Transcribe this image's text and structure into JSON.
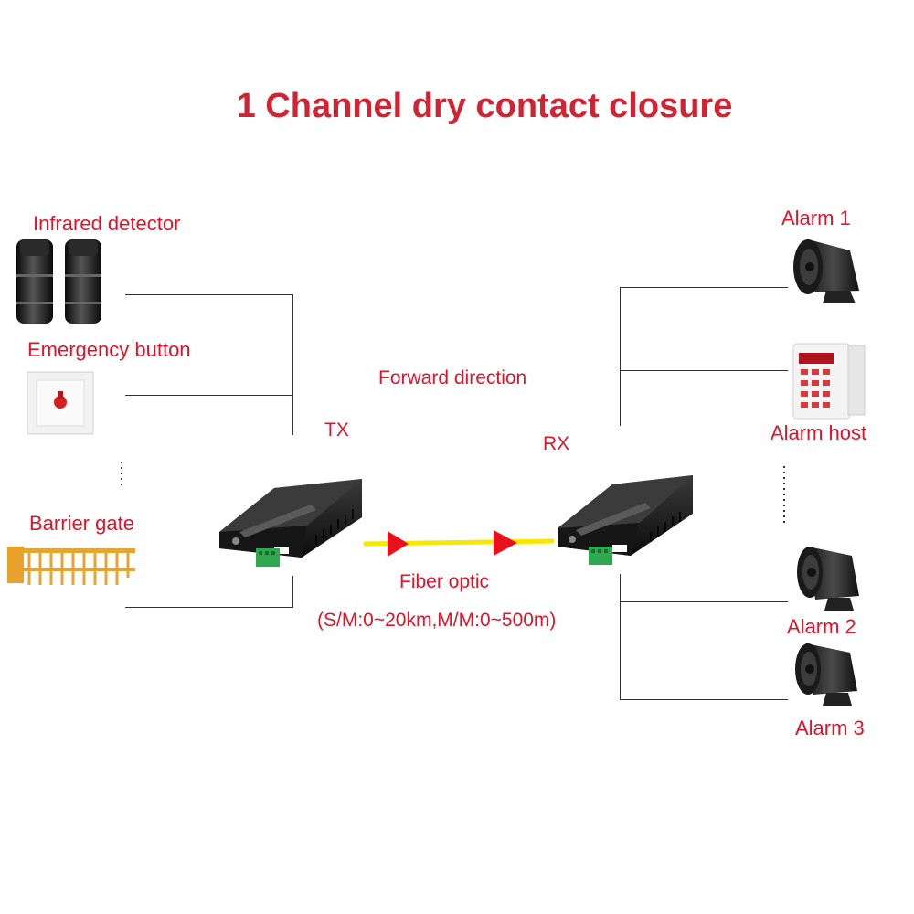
{
  "title": "1 Channel dry contact closure",
  "left_devices": {
    "infrared": "Infrared detector",
    "emergency": "Emergency button",
    "barrier": "Barrier gate"
  },
  "right_devices": {
    "alarm1": "Alarm 1",
    "alarm_host": "Alarm host",
    "alarm2": "Alarm 2",
    "alarm3": "Alarm 3"
  },
  "tx_label": "TX",
  "rx_label": "RX",
  "direction_label": "Forward direction",
  "fiber": {
    "label": "Fiber optic",
    "range": "(S/M:0~20km,M/M:0~500m)"
  },
  "colors": {
    "label_red": "#e0142a",
    "fiber_yellow": "#f6e800",
    "arrow_red": "#e8101a"
  }
}
